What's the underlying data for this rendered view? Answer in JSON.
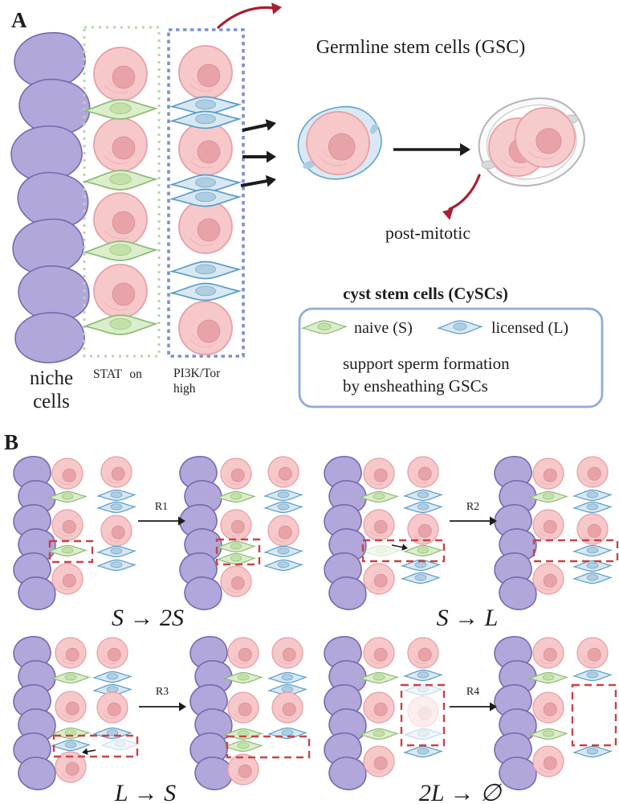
{
  "figure": {
    "panel_a": {
      "label": "A",
      "germline_title": "Germline stem cells (GSC)",
      "post_mitotic": "post-mitotic",
      "niche_label_line1": "niche",
      "niche_label_line2": "cells",
      "stat_label": "STAT on",
      "pi3k_label_line1": "PI3K/Tor",
      "pi3k_label_line2": "high",
      "legend": {
        "title": "cyst stem cells (CySCs)",
        "naive": "naive (S)",
        "licensed": "licensed (L)",
        "support_line1": "support sperm formation",
        "support_line2": "by ensheathing GSCs"
      }
    },
    "panel_b": {
      "label": "B",
      "reactions": [
        {
          "id": "R1",
          "equation": "S → 2S"
        },
        {
          "id": "R2",
          "equation": "S → L"
        },
        {
          "id": "R3",
          "equation": "L → S"
        },
        {
          "id": "R4",
          "equation": "2L → ∅"
        }
      ]
    }
  },
  "cells": {
    "niche": "niche-cell",
    "gsc": "gsc-cell",
    "naive_cysc": "naive-cysc-cell",
    "licensed_cysc": "licensed-cysc-cell"
  },
  "colors": {
    "background": "#ffffff",
    "niche_fill": "#b2a7db",
    "niche_stroke": "#756aaf",
    "gsc_fill": "#f6c8ca",
    "gsc_stroke": "#e7a0a7",
    "gsc_nucleus": "#e8a3a9",
    "gsc_nucleus_stroke": "#dd929b",
    "naive_fill": "#dcedcb",
    "naive_stroke": "#8cbb74",
    "naive_nucleus": "#c2dfa6",
    "licensed_fill": "#d8e8f3",
    "licensed_stroke": "#5b9cc7",
    "licensed_nucleus": "#abcce1",
    "sheath_gray_fill": "#fafafa",
    "sheath_gray_stroke": "#b5b5b5",
    "stat_box_stroke": "#b9d3b0",
    "pi3k_box_stroke": "#7b90d4",
    "legend_box_stroke": "#93a9da",
    "highlight_dash": "#c94343",
    "black_arrow": "#1c1c1c",
    "red_arrow": "#a81f33",
    "text": "#1d1d1f"
  }
}
